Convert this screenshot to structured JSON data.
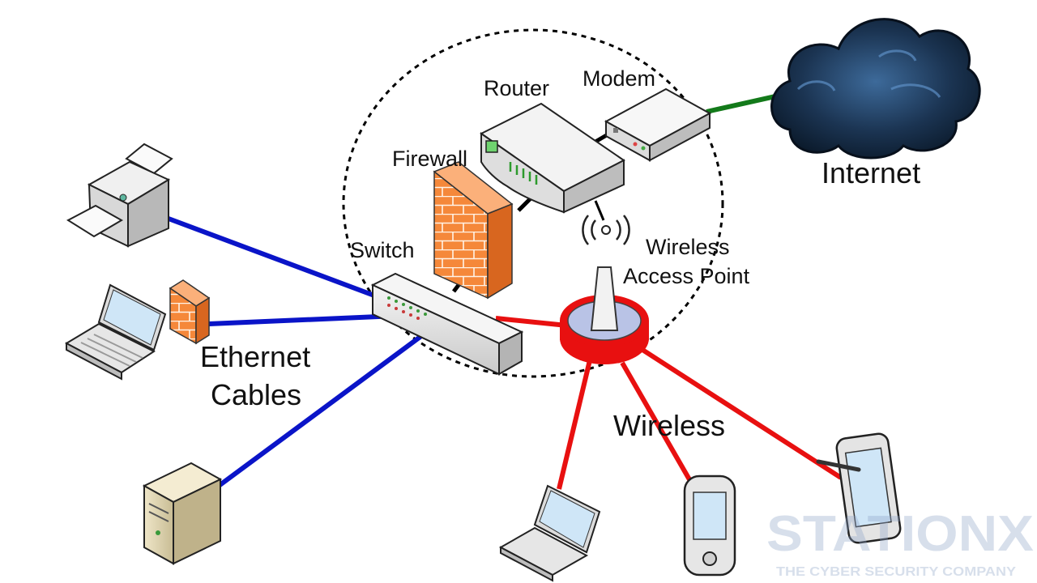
{
  "labels": {
    "router": "Router",
    "modem": "Modem",
    "firewall": "Firewall",
    "switch": "Switch",
    "wap_line1": "Wireless",
    "wap_line2": "Access Point",
    "internet": "Internet",
    "ethernet_line1": "Ethernet",
    "ethernet_line2": "Cables",
    "wireless": "Wireless"
  },
  "watermark": {
    "brand": "STATIONX",
    "tagline": "THE CYBER SECURITY COMPANY"
  },
  "colors": {
    "ethernet": "#0a14c8",
    "wireless": "#e81010",
    "modem_link": "#137a1a",
    "firewall": "#f07a28",
    "cloud": "#12263f",
    "boundary": "#000000"
  },
  "icons": [
    "printer-icon",
    "laptop-icon",
    "firewall-icon",
    "server-icon",
    "router-icon",
    "modem-icon",
    "switch-icon",
    "access-point-icon",
    "cloud-icon",
    "pda-icon",
    "tablet-icon"
  ]
}
